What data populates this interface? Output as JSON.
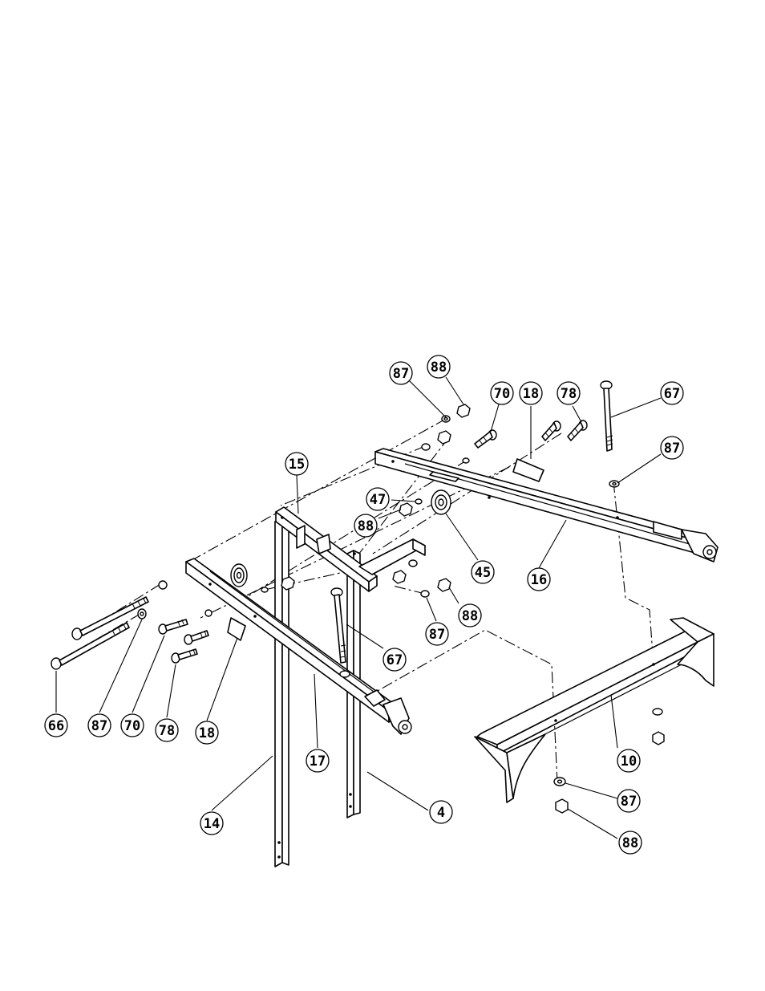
{
  "callouts": [
    {
      "id": "c87a",
      "label": "87"
    },
    {
      "id": "c88a",
      "label": "88"
    },
    {
      "id": "c70a",
      "label": "70"
    },
    {
      "id": "c18a",
      "label": "18"
    },
    {
      "id": "c78a",
      "label": "78"
    },
    {
      "id": "c67a",
      "label": "67"
    },
    {
      "id": "c87b",
      "label": "87"
    },
    {
      "id": "c15",
      "label": "15"
    },
    {
      "id": "c47",
      "label": "47"
    },
    {
      "id": "c88b",
      "label": "88"
    },
    {
      "id": "c45",
      "label": "45"
    },
    {
      "id": "c16",
      "label": "16"
    },
    {
      "id": "c88c",
      "label": "88"
    },
    {
      "id": "c87c",
      "label": "87"
    },
    {
      "id": "c67b",
      "label": "67"
    },
    {
      "id": "c66",
      "label": "66"
    },
    {
      "id": "c87d",
      "label": "87"
    },
    {
      "id": "c70b",
      "label": "70"
    },
    {
      "id": "c78b",
      "label": "78"
    },
    {
      "id": "c18b",
      "label": "18"
    },
    {
      "id": "c17",
      "label": "17"
    },
    {
      "id": "c10",
      "label": "10"
    },
    {
      "id": "c14",
      "label": "14"
    },
    {
      "id": "c4",
      "label": "4"
    },
    {
      "id": "c87e",
      "label": "87"
    },
    {
      "id": "c88d",
      "label": "88"
    }
  ]
}
